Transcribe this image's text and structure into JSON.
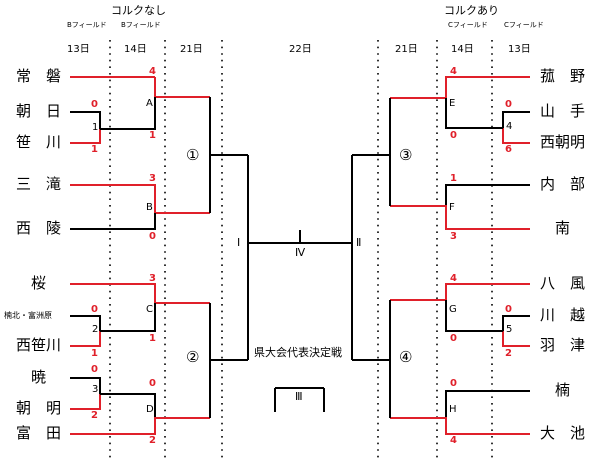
{
  "header": {
    "left_title": "コルクなし",
    "right_title": "コルクあり",
    "left_fields": [
      "Bフィールド",
      "Bフィールド"
    ],
    "right_fields": [
      "Cフィールド",
      "Cフィールド"
    ],
    "left_days": [
      "13日",
      "14日",
      "21日"
    ],
    "center_day": "22日",
    "right_days": [
      "21日",
      "14日",
      "13日"
    ]
  },
  "left_teams": [
    "常　磐",
    "朝　日",
    "笹　川",
    "三　滝",
    "西　陵",
    "桜",
    "楠北・富洲原",
    "西笹川",
    "暁",
    "朝　明",
    "富　田"
  ],
  "right_teams": [
    "菰　野",
    "山　手",
    "西朝明",
    "内　部",
    "南",
    "八　風",
    "川　越",
    "羽　津",
    "楠",
    "大　池"
  ],
  "match_labels": {
    "A": "A",
    "B": "B",
    "C": "C",
    "D": "D",
    "E": "E",
    "F": "F",
    "G": "G",
    "H": "H",
    "m1": "1",
    "m2": "2",
    "m3": "3",
    "m4": "4",
    "m5": "5"
  },
  "circled": [
    "①",
    "②",
    "③",
    "④"
  ],
  "roman": [
    "Ⅰ",
    "Ⅱ",
    "Ⅲ",
    "Ⅳ"
  ],
  "final_label": "県大会代表決定戦",
  "scores": {
    "l_joban": "4",
    "l_asahi": "0",
    "l_sasagawa": "1",
    "l_A_bottom": "1",
    "l_sanda": "3",
    "l_seiryo": "0",
    "l_sakura": "3",
    "l_kusukita": "0",
    "l_nishisasagawa": "1",
    "l_C_bottom": "1",
    "l_akatsuki": "0",
    "l_asake": "2",
    "l_D_top": "0",
    "l_tomida": "2",
    "r_komono": "4",
    "r_E_bottom": "0",
    "r_yamate": "0",
    "r_nishiasake": "6",
    "r_utsube": "1",
    "r_minami": "3",
    "r_happu": "4",
    "r_G_bottom": "0",
    "r_kawagoe": "0",
    "r_hatsu": "2",
    "r_kusu": "0",
    "r_oike": "4"
  },
  "colors": {
    "winner_line": "#e0202a",
    "line": "#000000"
  }
}
